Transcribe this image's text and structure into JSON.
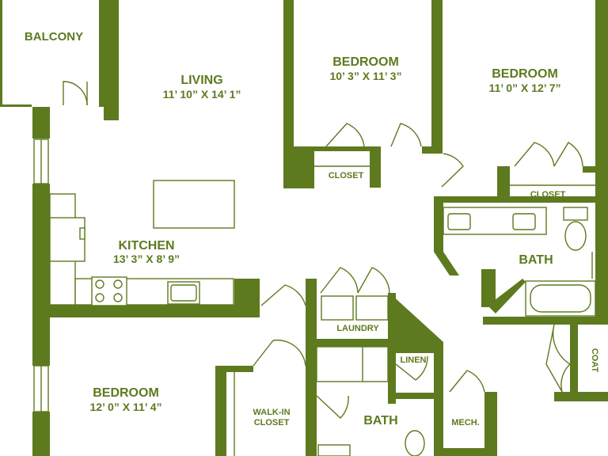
{
  "colors": {
    "wall": "#5d7a1f",
    "background": "#ffffff"
  },
  "rooms": {
    "balcony": {
      "name": "BALCONY"
    },
    "living": {
      "name": "LIVING",
      "dims": "11’ 10” X 14’ 1”"
    },
    "bedroom_a": {
      "name": "BEDROOM",
      "dims": "10’ 3” X 11’ 3”"
    },
    "bedroom_b": {
      "name": "BEDROOM",
      "dims": "11’ 0” X 12’ 7”"
    },
    "kitchen": {
      "name": "KITCHEN",
      "dims": "13’ 3” X 8’ 9”"
    },
    "bedroom_c": {
      "name": "BEDROOM",
      "dims": "12’ 0” X 11’ 4”"
    },
    "bath_right": {
      "name": "BATH"
    },
    "bath_lower": {
      "name": "BATH"
    }
  },
  "closets": {
    "closet_a": "CLOSET",
    "closet_b": "CLOSET",
    "laundry": "LAUNDRY",
    "linen": "LINEN",
    "coat": "COAT",
    "mech": "MECH.",
    "walkin_line1": "WALK-IN",
    "walkin_line2": "CLOSET"
  },
  "icons": [
    "door-swing-icon",
    "toilet-icon",
    "bathtub-icon",
    "sink-icon",
    "stove-icon",
    "fridge-icon",
    "window-icon"
  ]
}
